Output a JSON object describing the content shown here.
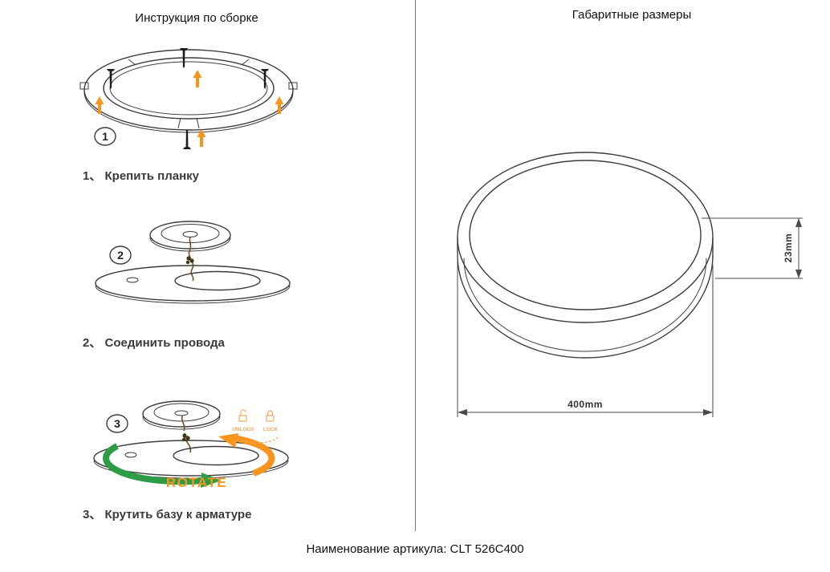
{
  "document": {
    "footer_text": "Наименование артикула: CLT 526C400"
  },
  "assembly_panel": {
    "title": "Инструкция по сборке",
    "steps": [
      {
        "badge": "1",
        "caption": "1、 Крепить планку"
      },
      {
        "badge": "2",
        "caption": "2、 Соединить провода"
      },
      {
        "badge": "3",
        "caption": "3、 Крутить базу к арматуре"
      }
    ],
    "rotate_label": "ROTATE",
    "unlock_label": "UNLOCK",
    "lock_label": "LOCK"
  },
  "dimensions_panel": {
    "title": "Габаритные размеры",
    "diameter_label": "400mm",
    "height_label": "23mm"
  },
  "colors": {
    "orange": "#F7941D",
    "green": "#2E9C47",
    "line": "#3c3c3c",
    "soft_orange": "#F5A85F"
  }
}
